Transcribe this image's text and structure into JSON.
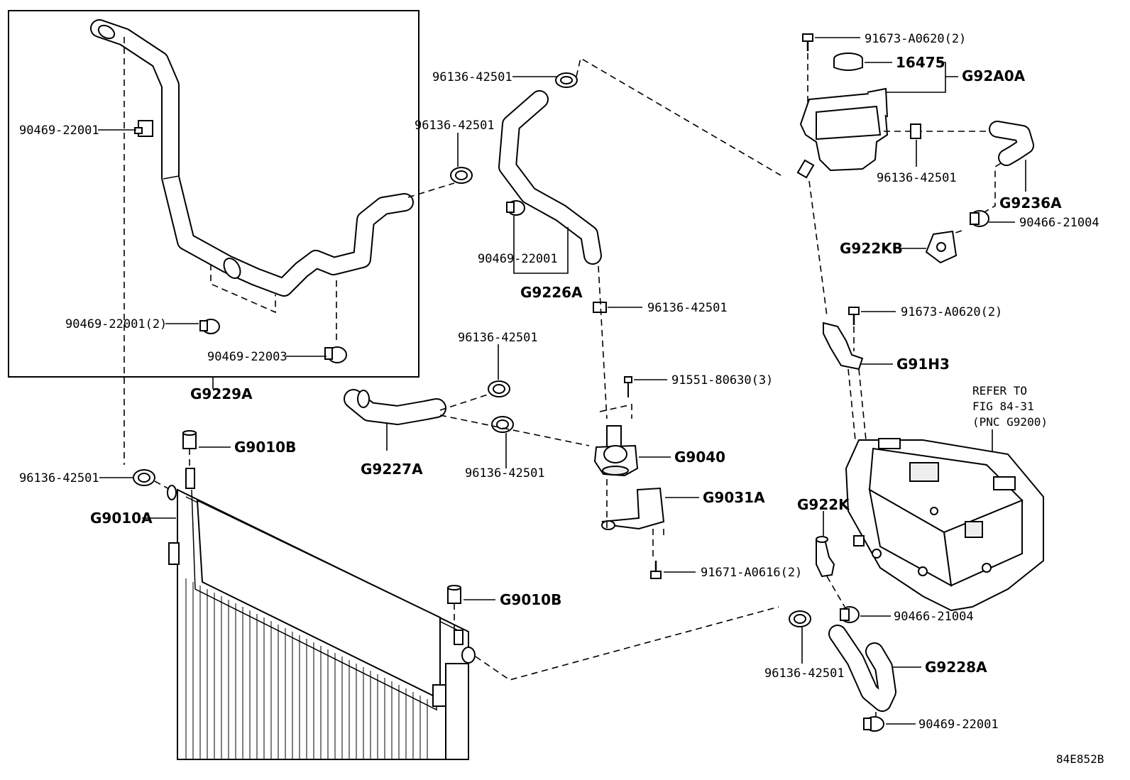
{
  "diagram_code": "84E852B",
  "refer_note": {
    "line1": "REFER TO",
    "line2": "FIG 84-31",
    "line3": "(PNC G9200)"
  },
  "callouts": {
    "c_90469_22001_a": "90469-22001",
    "c_90469_22001_2": "90469-22001(2)",
    "c_90469_22003": "90469-22003",
    "c_g9229a": "G9229A",
    "c_96136_42501_a": "96136-42501",
    "c_96136_42501_b": "96136-42501",
    "c_90469_22001_b": "90469-22001",
    "c_g9226a": "G9226A",
    "c_96136_42501_c": "96136-42501",
    "c_96136_42501_d": "96136-42501",
    "c_g9227a": "G9227A",
    "c_96136_42501_e": "96136-42501",
    "c_91551_80630_3": "91551-80630(3)",
    "c_g9040": "G9040",
    "c_g9031a": "G9031A",
    "c_91671_a0616_2": "91671-A0616(2)",
    "c_g9010b_a": "G9010B",
    "c_96136_42501_f": "96136-42501",
    "c_g9010a": "G9010A",
    "c_g9010b_b": "G9010B",
    "c_91673_a0620_2a": "91673-A0620(2)",
    "c_16475": "16475",
    "c_g92a0a": "G92A0A",
    "c_96136_42501_g": "96136-42501",
    "c_g9236a": "G9236A",
    "c_90466_21004_a": "90466-21004",
    "c_g922kb": "G922KB",
    "c_91673_a0620_2b": "91673-A0620(2)",
    "c_g91h3": "G91H3",
    "c_g922k": "G922K",
    "c_90466_21004_b": "90466-21004",
    "c_96136_42501_h": "96136-42501",
    "c_g9228a": "G9228A",
    "c_90469_22001_c": "90469-22001"
  }
}
